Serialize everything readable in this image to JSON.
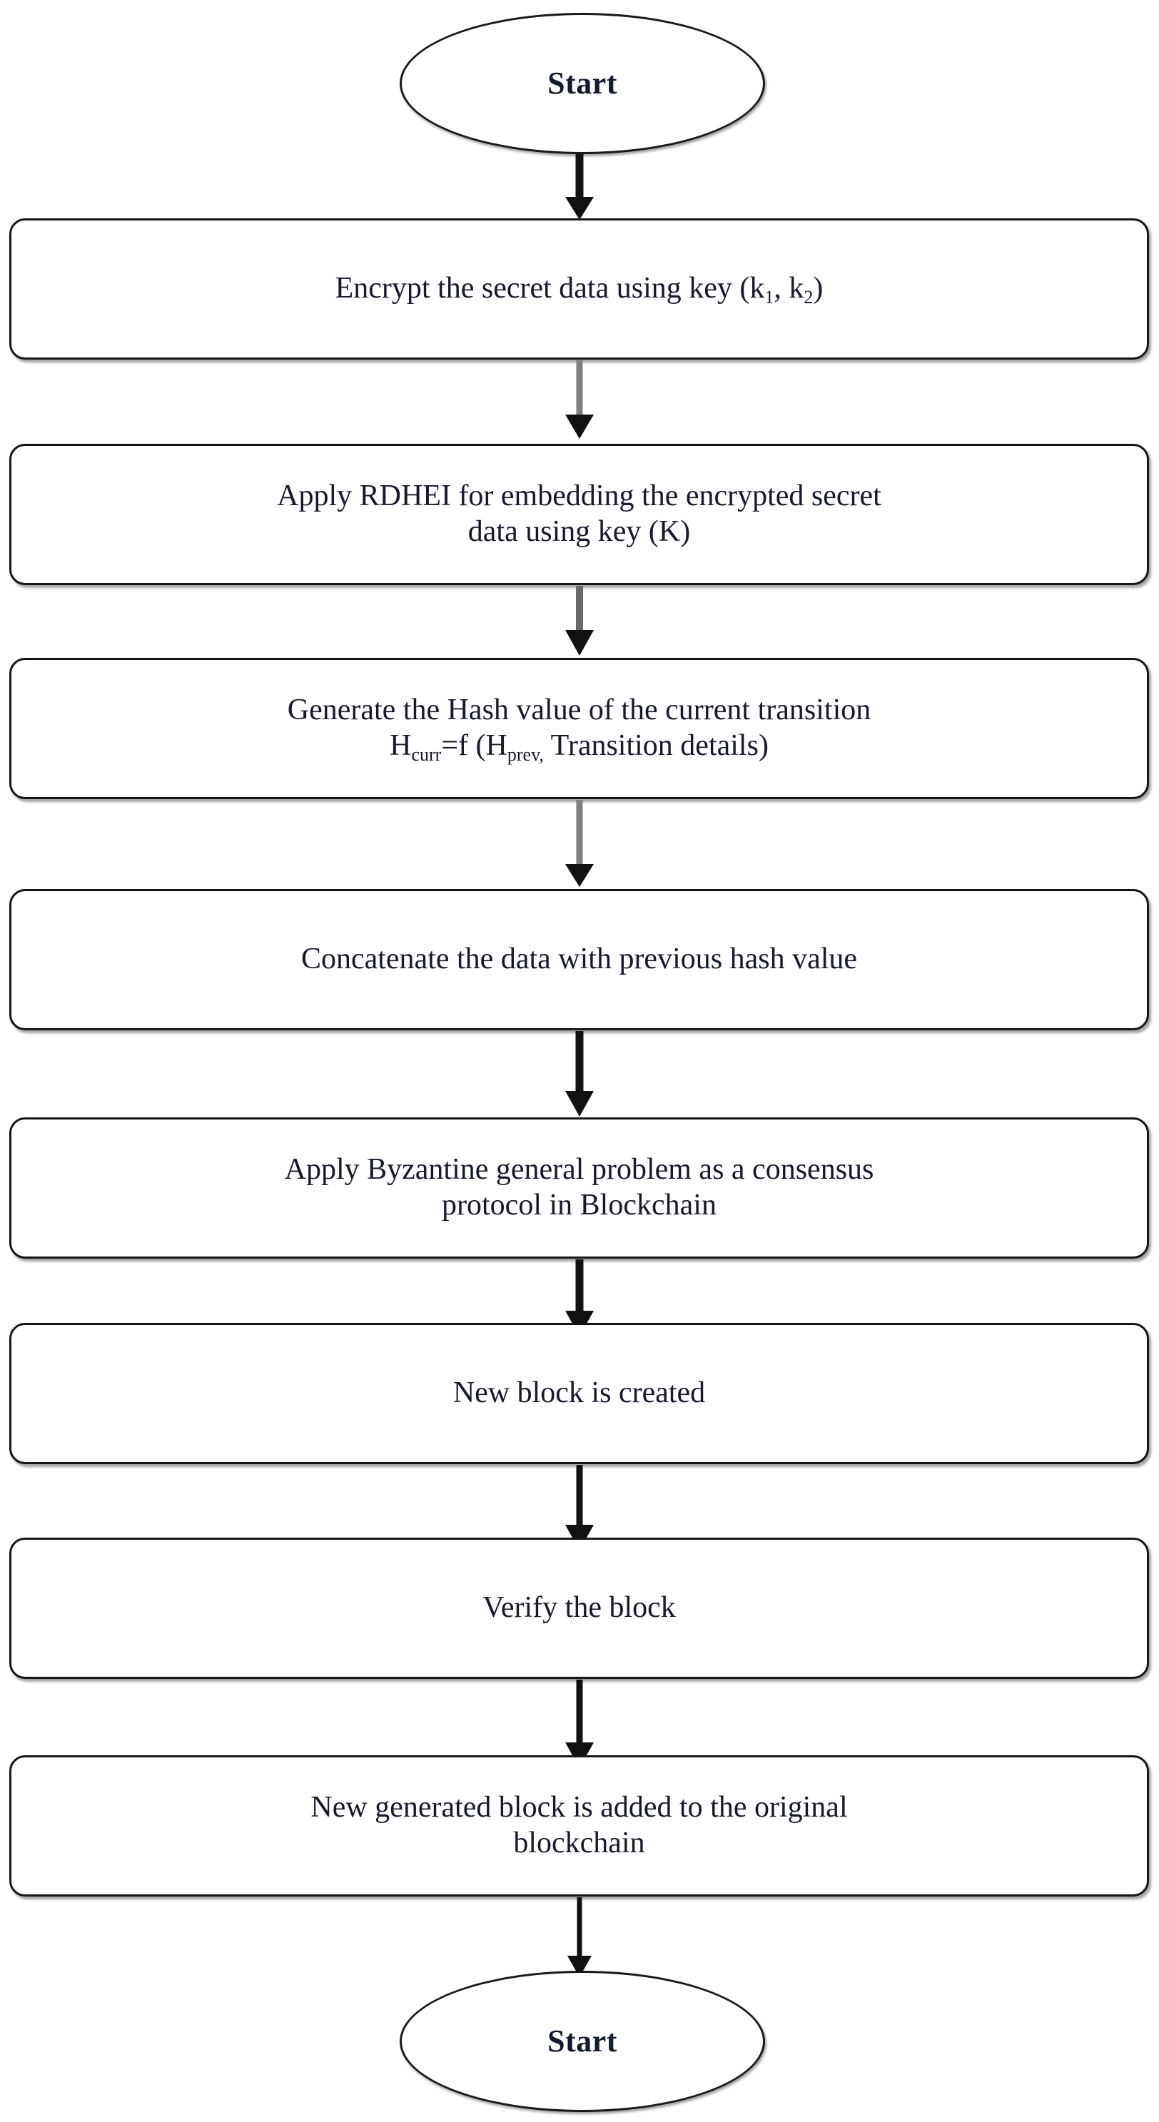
{
  "diagram": {
    "type": "flowchart",
    "title": "Blockchain based RDHEI data embedding flowchart",
    "orientation": "vertical-top-to-bottom",
    "background_color": "#ffffff",
    "node_border_color": "#161616",
    "node_fill_color": "#ffffff",
    "text_color": "#161a2c",
    "arrow_color_dark": "#111111",
    "arrow_color_gray": "#7a7a7a",
    "shadow_color": "#6e6e6e"
  },
  "nodes": {
    "start": {
      "shape": "ellipse",
      "label": "Start",
      "bold": true
    },
    "step1": {
      "shape": "rounded-rectangle",
      "line1": "Encrypt the secret data using key (k",
      "sub1": "1",
      "mid1": ", k",
      "sub2": "2",
      "tail1": ")",
      "plain_text": "Encrypt the secret data using key (k1, k2)"
    },
    "step2": {
      "shape": "rounded-rectangle",
      "line1": "Apply RDHEI for embedding the encrypted secret",
      "line2": "data using key (K)",
      "plain_text": "Apply RDHEI for embedding the encrypted secret data using key (K)"
    },
    "step3": {
      "shape": "rounded-rectangle",
      "line1": "Generate the Hash value of the current transition",
      "formula_h": "H",
      "formula_sub1": "curr",
      "formula_mid": "=f (H",
      "formula_sub2": "prev,",
      "formula_tail": " Transition details)",
      "plain_text": "Generate the Hash value of the current transition Hcurr=f (Hprev, Transition details)"
    },
    "step4": {
      "shape": "rounded-rectangle",
      "line1": "Concatenate the data with previous hash value",
      "plain_text": "Concatenate the data with previous hash value"
    },
    "step5": {
      "shape": "rounded-rectangle",
      "line1": "Apply Byzantine general problem as a consensus",
      "line2": "protocol in Blockchain",
      "plain_text": "Apply Byzantine general problem as a consensus protocol in Blockchain"
    },
    "step6": {
      "shape": "rounded-rectangle",
      "line1": "New block is created",
      "plain_text": "New block is created"
    },
    "step7": {
      "shape": "rounded-rectangle",
      "line1": "Verify the block",
      "plain_text": "Verify the block"
    },
    "step8": {
      "shape": "rounded-rectangle",
      "line1": "New generated block is added to the original",
      "line2": "blockchain",
      "plain_text": "New generated block is added to the original blockchain"
    },
    "end": {
      "shape": "ellipse",
      "label": "Start",
      "bold": true
    }
  },
  "edges": [
    {
      "from": "start",
      "to": "step1",
      "style": "solid-arrow",
      "color": "#111111"
    },
    {
      "from": "step1",
      "to": "step2",
      "style": "solid-arrow",
      "color": "#7a7a7a"
    },
    {
      "from": "step2",
      "to": "step3",
      "style": "solid-arrow",
      "color": "#111111"
    },
    {
      "from": "step3",
      "to": "step4",
      "style": "solid-arrow",
      "color": "#7a7a7a"
    },
    {
      "from": "step4",
      "to": "step5",
      "style": "solid-arrow",
      "color": "#111111"
    },
    {
      "from": "step5",
      "to": "step6",
      "style": "solid-arrow",
      "color": "#111111"
    },
    {
      "from": "step6",
      "to": "step7",
      "style": "solid-arrow",
      "color": "#111111"
    },
    {
      "from": "step7",
      "to": "step8",
      "style": "solid-arrow",
      "color": "#111111"
    },
    {
      "from": "step8",
      "to": "end",
      "style": "solid-arrow",
      "color": "#111111"
    }
  ]
}
